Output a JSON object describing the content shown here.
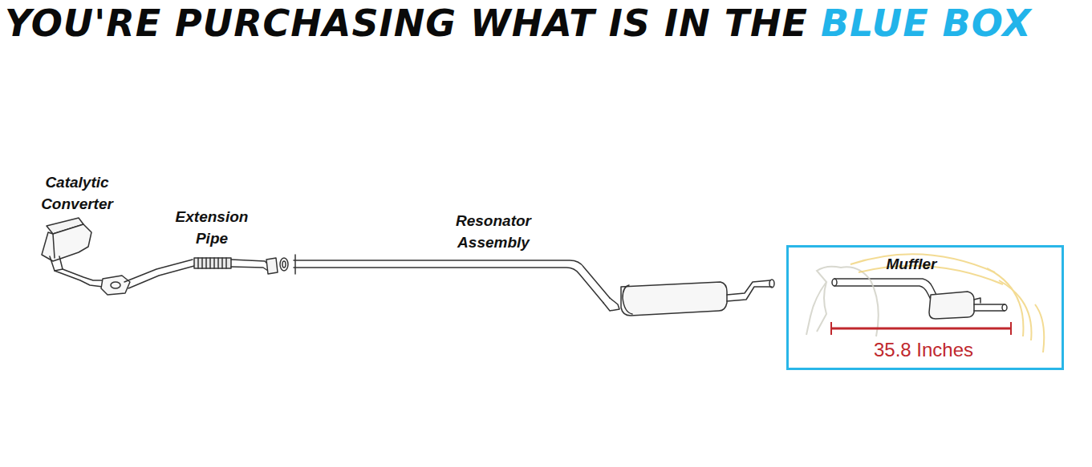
{
  "diagram": {
    "title": "YOU'RE PURCHASING WHAT IS IN THE",
    "nodes": [
      {
        "text": [
          "Muffler",
          "35.8 Inches"
        ]
      }
    ],
    "labels": [
      "BLUE BOX",
      "Catalytic Converter",
      "Extension Pipe",
      "Resonator Assembly"
    ]
  }
}
